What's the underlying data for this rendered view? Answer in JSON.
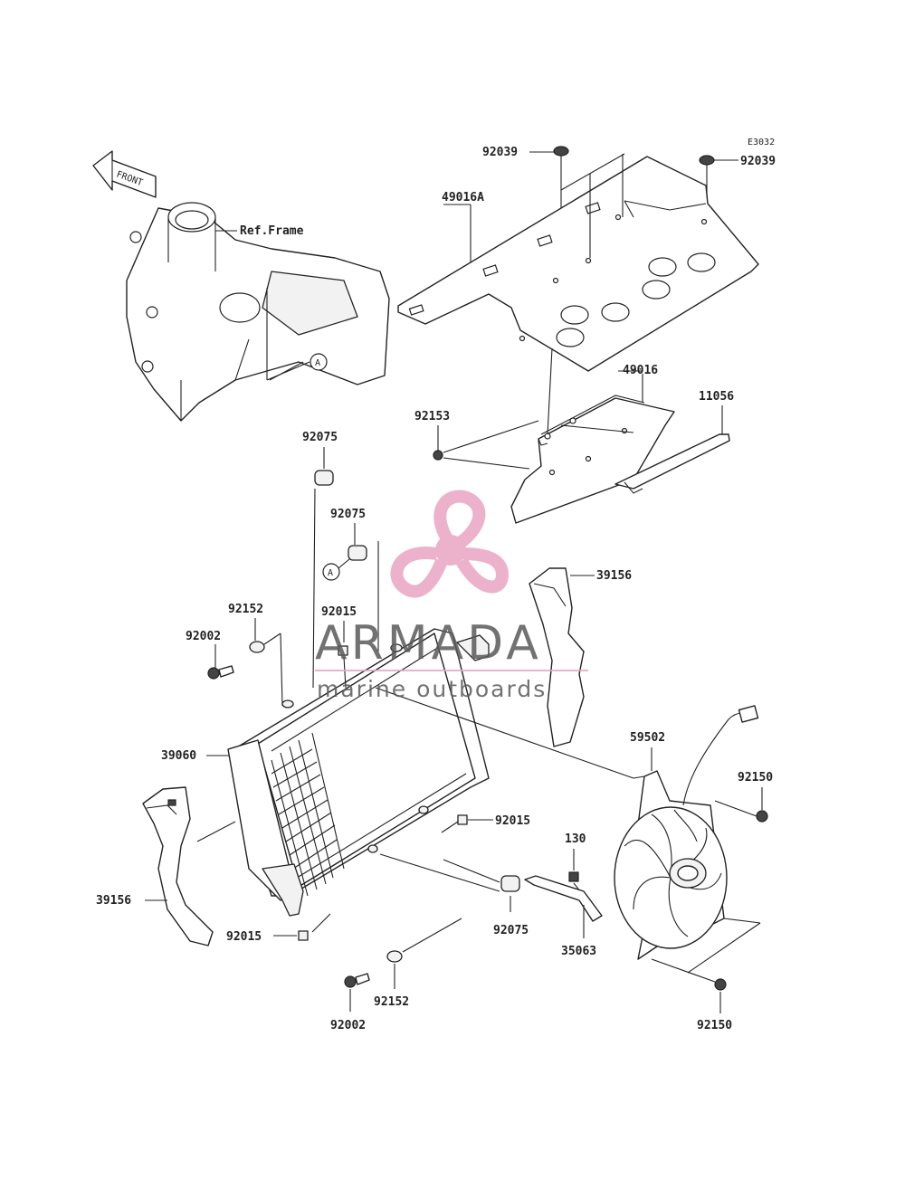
{
  "diagram_code": "E3032",
  "front_label": "FRONT",
  "ref_frame_label": "Ref.Frame",
  "marker_letter": "A",
  "watermark": {
    "brand": "ARMADA",
    "tagline": "marine outboards",
    "colors": {
      "pink": "#e9a5c2",
      "pink_dark": "#d9749f",
      "gray": "#5a5a5a"
    }
  },
  "parts": {
    "p92039_a": "92039",
    "p92039_b": "92039",
    "p49016a": "49016A",
    "p49016": "49016",
    "p11056": "11056",
    "p92153": "92153",
    "p92075_a": "92075",
    "p92075_b": "92075",
    "p92075_c": "92075",
    "p39156_a": "39156",
    "p39156_b": "39156",
    "p92152_a": "92152",
    "p92152_b": "92152",
    "p92002_a": "92002",
    "p92002_b": "92002",
    "p92015_a": "92015",
    "p92015_b": "92015",
    "p92015_c": "92015",
    "p39060": "39060",
    "p59502": "59502",
    "p92150_a": "92150",
    "p92150_b": "92150",
    "p130": "130",
    "p35063": "35063"
  }
}
